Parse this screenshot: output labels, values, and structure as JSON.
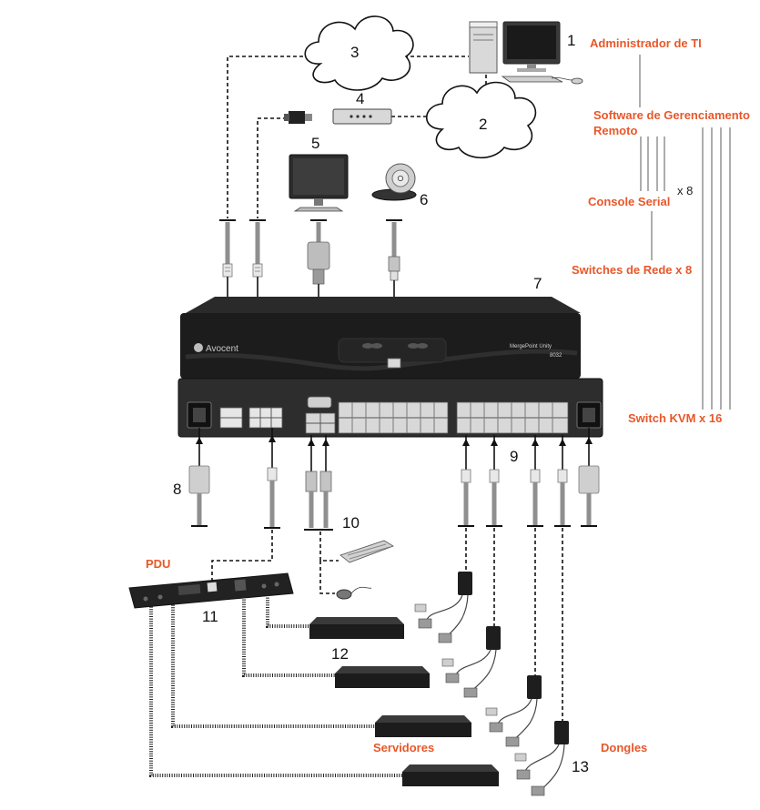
{
  "callouts": {
    "n1": "1",
    "n2": "2",
    "n3": "3",
    "n4": "4",
    "n5": "5",
    "n6": "6",
    "n7": "7",
    "n8": "8",
    "n9": "9",
    "n10": "10",
    "n11": "11",
    "n12": "12",
    "n13": "13"
  },
  "labels": {
    "it_admin": "Administrador de TI",
    "remote_software_line1": "Software de Gerenciamento",
    "remote_software_line2": "Remoto",
    "serial_console": "Console Serial",
    "x8_a": "x 8",
    "network_switches": "Switches de Rede x 8",
    "kvm_switch": "Switch KVM x 16",
    "pdu": "PDU",
    "servers": "Servidores",
    "dongles": "Dongles"
  },
  "device": {
    "brand": "Avocent",
    "model_line1": "MergePoint Unity",
    "model_line2": "8032"
  },
  "colors": {
    "accent": "#e8572a",
    "chassis": "#1e1e1e",
    "rear_panel": "#2a2a2a",
    "cable": "#8f8f8f",
    "cloud_stroke": "#111111"
  }
}
